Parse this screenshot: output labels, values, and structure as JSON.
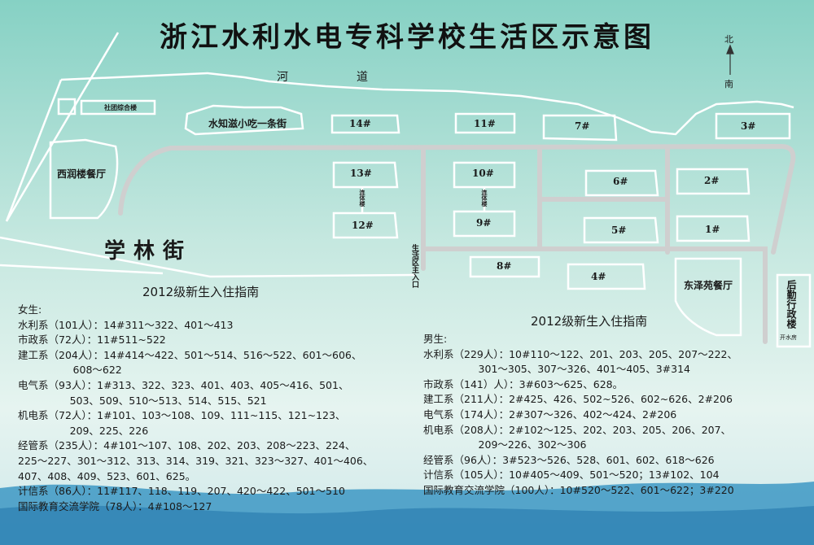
{
  "title": "浙江水利水电专科学校生活区示意图",
  "compass": {
    "north": "北",
    "south": "南"
  },
  "map": {
    "river_chars": [
      "河",
      "道"
    ],
    "street": "学林街",
    "entrance": "生活区主入口",
    "canteens": {
      "west": "西润楼餐厅",
      "east": "东泽苑餐厅"
    },
    "club_building": "社团综合楼",
    "snack_street": "水知滋小吃一条街",
    "admin": {
      "name": "后勤行政楼",
      "sub": "开水房"
    },
    "link_building": "连体楼",
    "dorms": {
      "d1": "1#",
      "d2": "2#",
      "d3": "3#",
      "d4": "4#",
      "d5": "5#",
      "d6": "6#",
      "d7": "7#",
      "d8": "8#",
      "d9": "9#",
      "d10": "10#",
      "d11": "11#",
      "d12": "12#",
      "d13": "13#",
      "d14": "14#"
    }
  },
  "guide_female": {
    "title": "2012级新生入住指南",
    "heading": "女生:",
    "lines": [
      "水利系（101人）：14#311～322、401～413",
      "市政系（72人）：11#511~522",
      "建工系（204人）：14#414～422、501～514、516～522、601～606、",
      "                 608～622",
      "电气系（93人）：1#313、322、323、401、403、405～416、501、",
      "                503、509、510～513、514、515、521",
      "机电系（72人）：1#101、103～108、109、111~115、121~123、",
      "                209、225、226",
      "经管系（235人）：4#101～107、108、202、203、208～223、224、",
      "225～227、301～312、313、314、319、321、323～327、401～406、",
      "407、408、409、523、601、625。",
      "计信系（86人）：11#117、118、119、207、420～422、501～510",
      "国际教育交流学院（78人）：4#108～127"
    ]
  },
  "guide_male": {
    "title": "2012级新生入住指南",
    "heading": "男生:",
    "lines": [
      "水利系（229人）：10#110～122、201、203、205、207～222、",
      "                 301～305、307～326、401～405、3#314",
      "市政系（141）人）：3#603～625、628。",
      "建工系（211人）：2#425、426、502~526、602~626、2#206",
      "电气系（174人）：2#307～326、402～424、2#206",
      "机电系（208人）：2#102～125、202、203、205、206、207、",
      "                 209～226、302～306",
      "经管系（96人）：3#523～526、528、601、602、618～626",
      "计信系（105人）：10#405～409、501～520；13#102、104",
      "国际教育交流学院（100人）：10#520～522、601～622；3#220"
    ]
  },
  "colors": {
    "bg_top": "#8fd4c8",
    "bg_mid": "#dcefe9",
    "road": "#c8c8c8",
    "water": "#4aa3c9"
  }
}
